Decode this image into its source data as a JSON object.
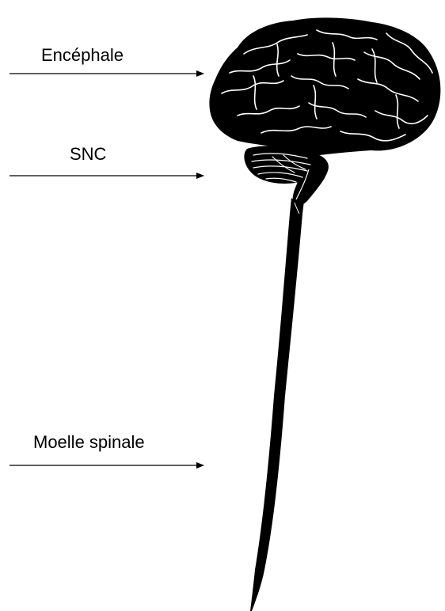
{
  "labels": {
    "encephale": "Encéphale",
    "snc": "SNC",
    "moelle": "Moelle spinale"
  },
  "colors": {
    "ink": "#000000",
    "background": "#ffffff"
  },
  "illustration": {
    "icon": "brain-and-spinal-cord-icon"
  }
}
